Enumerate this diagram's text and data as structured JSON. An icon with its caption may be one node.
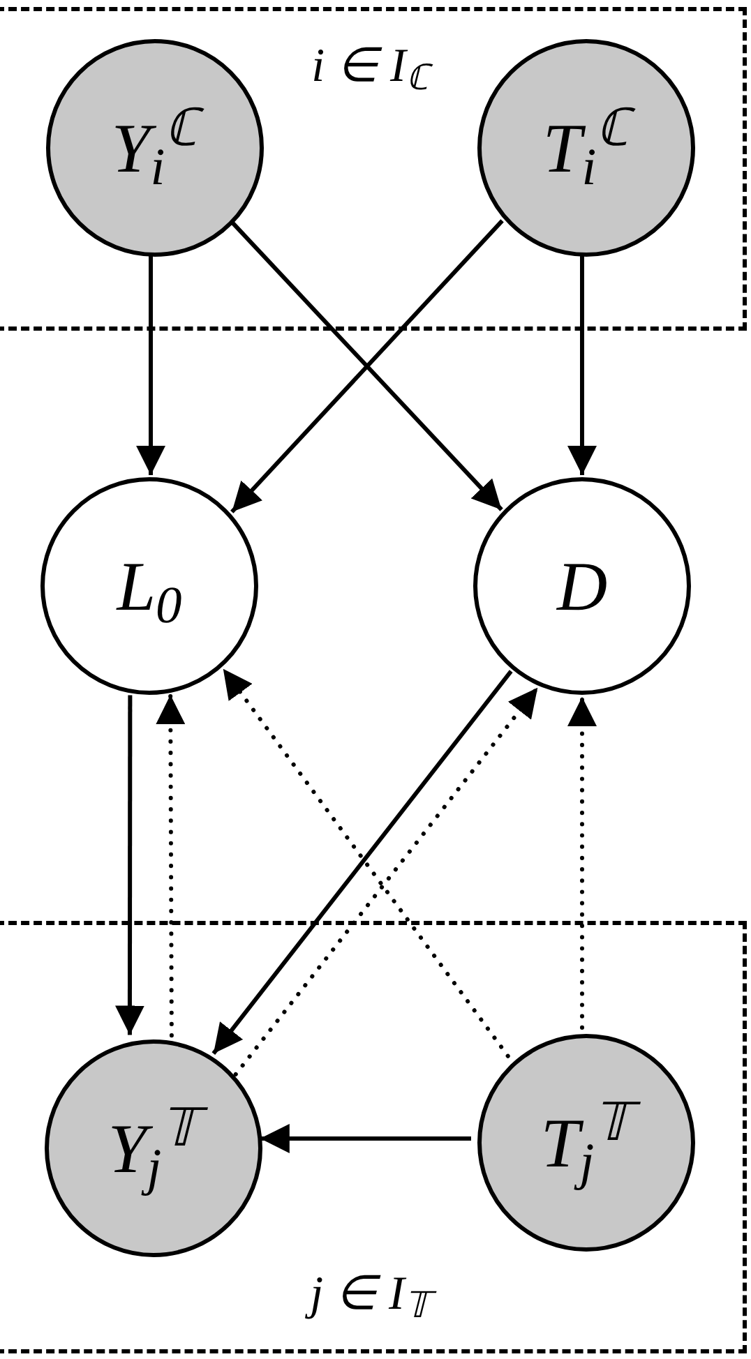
{
  "diagram": {
    "nodes": [
      {
        "text": [
          "i ∈ I$_{ℂ}$"
        ]
      },
      {
        "text": [
          "Y$_{i}$$^{ℂ}$"
        ],
        "in": 0
      },
      {
        "text": [
          "T$_{i}$$^{ℂ}$"
        ],
        "in": 0
      },
      {
        "text": [
          "L$_{0}$"
        ]
      },
      {
        "text": [
          "D"
        ]
      },
      {
        "text": [
          "j ∈ I$_{𝕋}$"
        ]
      },
      {
        "text": [
          "Y$_{j}$$^{𝕋}$"
        ],
        "in": 5
      },
      {
        "text": [
          "T$_{j}$$^{𝕋}$"
        ],
        "in": 5
      }
    ],
    "edges": [
      {
        "from": 1,
        "to": 3,
        "arrow": "to"
      },
      {
        "from": 1,
        "to": 4,
        "arrow": "to"
      },
      {
        "from": 2,
        "to": 3,
        "arrow": "to"
      },
      {
        "from": 2,
        "to": 4,
        "arrow": "to"
      },
      {
        "from": 3,
        "to": 6,
        "arrow": "to"
      },
      {
        "from": 6,
        "to": 3,
        "arrow": "to",
        "style": "dashed"
      },
      {
        "from": 7,
        "to": 3,
        "arrow": "to",
        "style": "dashed"
      },
      {
        "from": 4,
        "to": 6,
        "arrow": "to"
      },
      {
        "from": 6,
        "to": 4,
        "arrow": "to",
        "style": "dashed"
      },
      {
        "from": 7,
        "to": 4,
        "arrow": "to",
        "style": "dashed"
      },
      {
        "from": 7,
        "to": 6,
        "arrow": "to"
      }
    ]
  }
}
